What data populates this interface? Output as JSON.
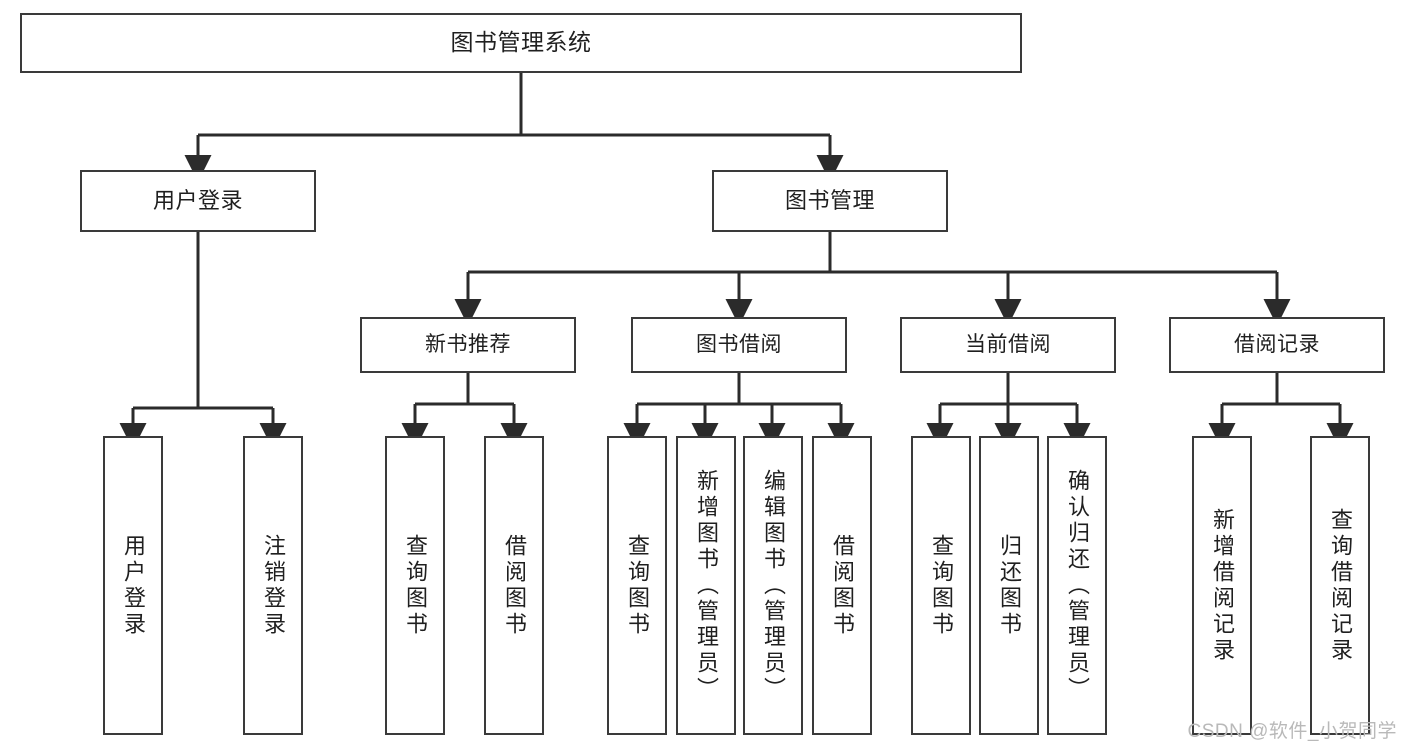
{
  "diagram": {
    "title": "图书管理系统",
    "type": "hierarchy-tree",
    "colors": {
      "box_border": "#3a3a3a",
      "box_fill": "#ffffff",
      "edge": "#2b2b2b",
      "text": "#1f1f1f",
      "watermark": "#b9b9b9"
    },
    "root": {
      "id": "root",
      "label": "图书管理系统"
    },
    "level1": [
      {
        "id": "user-login",
        "label": "用户登录"
      },
      {
        "id": "book-management",
        "label": "图书管理"
      }
    ],
    "level2": [
      {
        "id": "new-book-recommend",
        "label": "新书推荐",
        "parent": "book-management"
      },
      {
        "id": "book-borrow",
        "label": "图书借阅",
        "parent": "book-management"
      },
      {
        "id": "current-borrow",
        "label": "当前借阅",
        "parent": "book-management"
      },
      {
        "id": "borrow-record",
        "label": "借阅记录",
        "parent": "book-management"
      }
    ],
    "leaves": [
      {
        "id": "leaf-user-login",
        "label": "用户登录",
        "parent": "user-login"
      },
      {
        "id": "leaf-user-logout",
        "label": "注销登录",
        "parent": "user-login"
      },
      {
        "id": "leaf-query-book-1",
        "label": "查询图书",
        "parent": "new-book-recommend"
      },
      {
        "id": "leaf-borrow-book-1",
        "label": "借阅图书",
        "parent": "new-book-recommend"
      },
      {
        "id": "leaf-query-book-2",
        "label": "查询图书",
        "parent": "book-borrow"
      },
      {
        "id": "leaf-add-book",
        "label": "新增图书（管理员）",
        "parent": "book-borrow"
      },
      {
        "id": "leaf-edit-book",
        "label": "编辑图书（管理员）",
        "parent": "book-borrow"
      },
      {
        "id": "leaf-borrow-book-2",
        "label": "借阅图书",
        "parent": "book-borrow"
      },
      {
        "id": "leaf-query-book-3",
        "label": "查询图书",
        "parent": "current-borrow"
      },
      {
        "id": "leaf-return-book",
        "label": "归还图书",
        "parent": "current-borrow"
      },
      {
        "id": "leaf-confirm-return",
        "label": "确认归还（管理员）",
        "parent": "current-borrow"
      },
      {
        "id": "leaf-add-record",
        "label": "新增借阅记录",
        "parent": "borrow-record"
      },
      {
        "id": "leaf-query-record",
        "label": "查询借阅记录",
        "parent": "borrow-record"
      }
    ]
  },
  "watermark": {
    "text": "CSDN @软件_小贺同学"
  }
}
